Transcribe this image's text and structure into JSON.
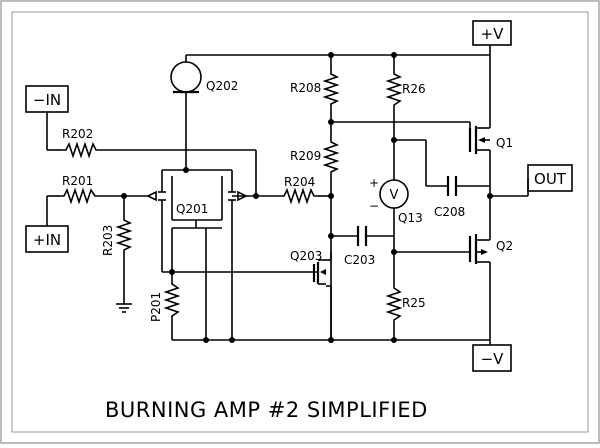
{
  "title": "BURNING AMP #2 SIMPLIFIED",
  "ports": {
    "pos_supply": "+V",
    "neg_supply": "−V",
    "inv_input": "−IN",
    "noninv_input": "+IN",
    "output": "OUT"
  },
  "components": {
    "q202": "Q202",
    "r202": "R202",
    "r201": "R201",
    "r203": "R203",
    "q201": "Q201",
    "p201": "P201",
    "r208": "R208",
    "r209": "R209",
    "r204": "R204",
    "q203": "Q203",
    "c203": "C203",
    "r26": "R26",
    "q13": "Q13",
    "voltmeter": "V",
    "plus": "+",
    "minus": "−",
    "r25": "R25",
    "c208": "C208",
    "q1": "Q1",
    "q2": "Q2"
  }
}
